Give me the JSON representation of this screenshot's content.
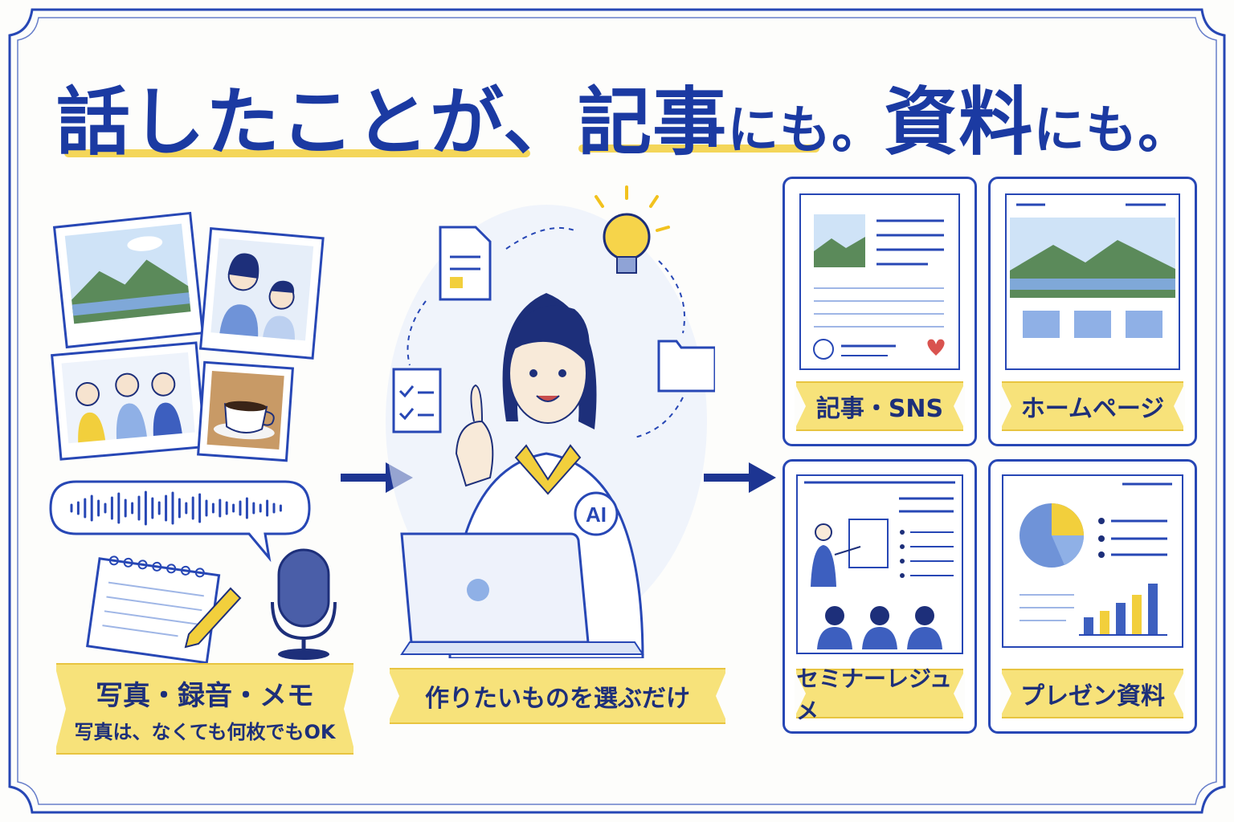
{
  "headline": {
    "part1": "話したことが、",
    "part2": "記事",
    "part3": "にも。",
    "part4": "資料",
    "part5": "にも。"
  },
  "inputs": {
    "label_main": "写真・録音・メモ",
    "label_sub": "写真は、なくても何枚でもOK"
  },
  "center": {
    "label": "作りたいものを選ぶだけ",
    "badge": "AI"
  },
  "outputs": [
    {
      "label": "記事・SNS"
    },
    {
      "label": "ホームページ"
    },
    {
      "label": "セミナーレジュメ"
    },
    {
      "label": "プレゼン資料"
    }
  ],
  "colors": {
    "navy": "#1b3aa2",
    "yellow": "#f7e27a",
    "light_blue": "#dbe6fa"
  }
}
